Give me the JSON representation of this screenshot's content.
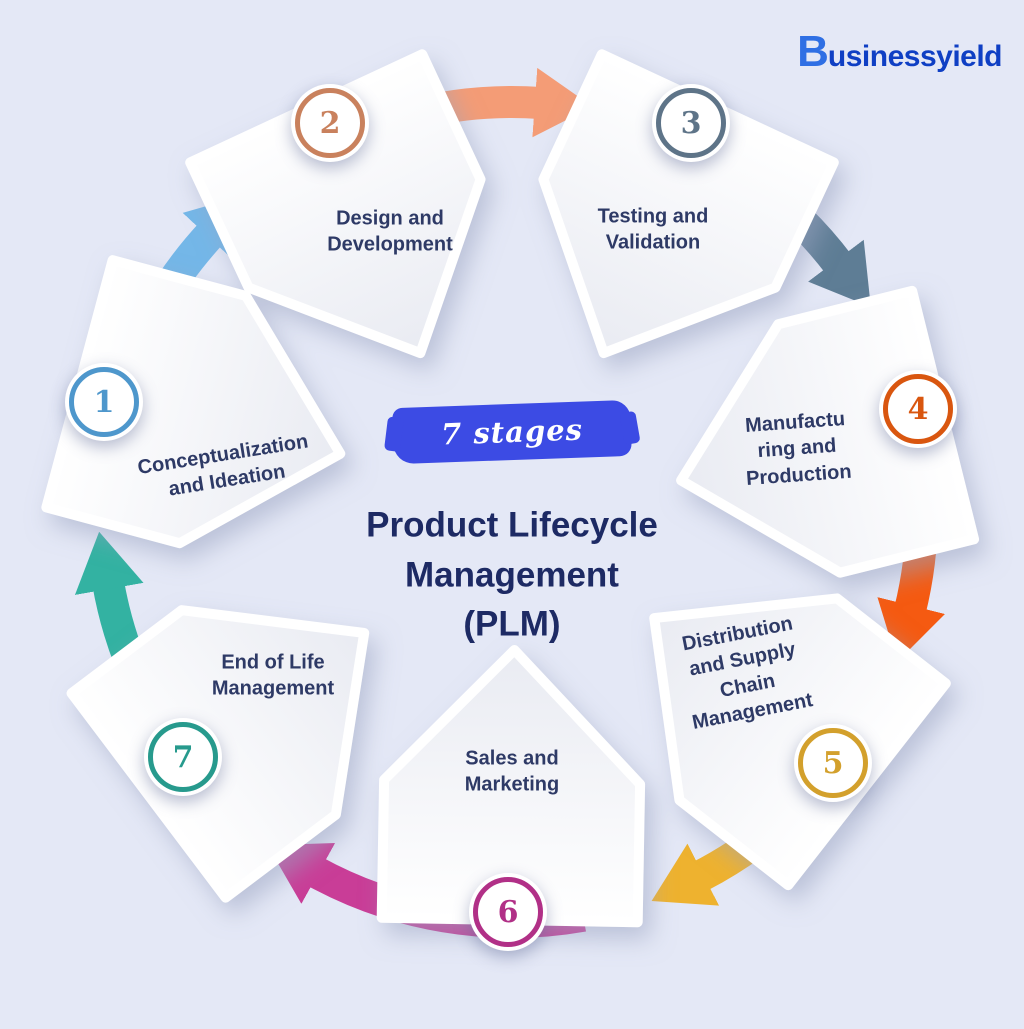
{
  "background_color": "#e4e8f6",
  "logo": {
    "mark": "B",
    "rest": "usinessyield",
    "brand_color": "#0f3fc4"
  },
  "center": {
    "stages_badge": "7 stages",
    "badge_color": "#3c4be4",
    "title": "Product Lifecycle Management (PLM)",
    "title_color": "#1d2a64"
  },
  "stages": [
    {
      "number": "1",
      "label": "Conceptualization and Ideation",
      "badge_color": "#4e97cc",
      "arrow_color": "#74b7e8"
    },
    {
      "number": "2",
      "label": "Design and Development",
      "badge_color": "#c9815d",
      "arrow_color": "#f49c76"
    },
    {
      "number": "3",
      "label": "Testing and Validation",
      "badge_color": "#5e7488",
      "arrow_color": "#5e7d95"
    },
    {
      "number": "4",
      "label": "Manufactu ring and Production",
      "badge_color": "#d9560f",
      "arrow_color": "#f55a11"
    },
    {
      "number": "5",
      "label": "Distribution and Supply Chain Management",
      "badge_color": "#d3a02c",
      "arrow_color": "#eeb22f"
    },
    {
      "number": "6",
      "label": "Sales and Marketing",
      "badge_color": "#b13087",
      "arrow_color": "#c93d97"
    },
    {
      "number": "7",
      "label": "End of Life Management",
      "badge_color": "#279a8d",
      "arrow_color": "#33b2a2"
    }
  ]
}
